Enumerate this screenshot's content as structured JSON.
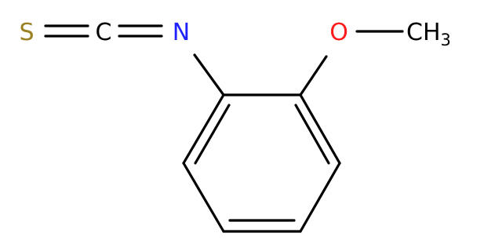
{
  "molecule": {
    "atoms": {
      "sulfur": "S",
      "carbon_isothiocyanate": "C",
      "nitrogen": "N",
      "oxygen": "O",
      "methyl_carbon": "CH",
      "methyl_subscript": "3"
    },
    "colors": {
      "sulfur": "#9a8122",
      "carbon": "#000000",
      "nitrogen": "#1f22ff",
      "oxygen": "#ff1c1c",
      "bond": "#000000"
    }
  }
}
